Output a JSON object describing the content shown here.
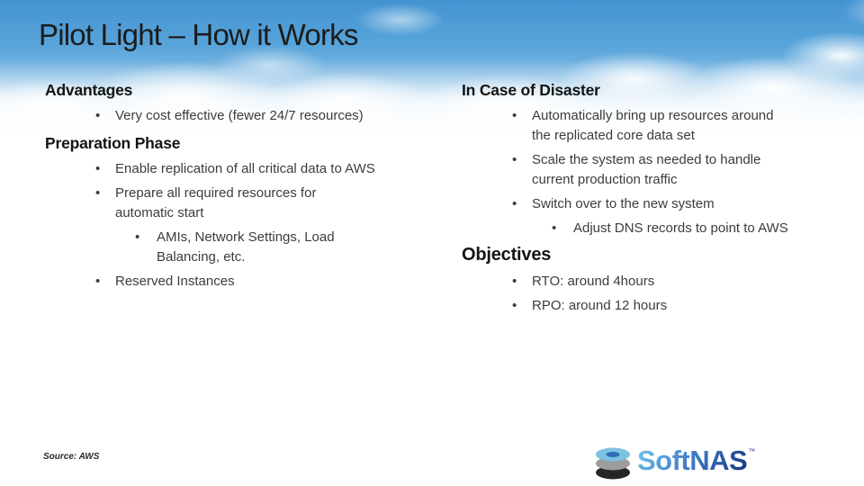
{
  "slide": {
    "title": "Pilot Light – How it Works",
    "source_note": "Source: AWS",
    "background": {
      "sky_top_color": "#4493d1",
      "sky_mid_color": "#85bce4",
      "cloud_color": "#ffffff",
      "body_color": "#ffffff"
    }
  },
  "columns": {
    "left": {
      "items": [
        {
          "type": "heading",
          "text": "Advantages"
        },
        {
          "type": "bullet",
          "text": "Very cost effective (fewer 24/7 resources)"
        },
        {
          "type": "heading",
          "text": "Preparation Phase"
        },
        {
          "type": "bullet",
          "text": "Enable replication of all critical data to AWS"
        },
        {
          "type": "bullet",
          "text": "Prepare all required resources for\nautomatic start"
        },
        {
          "type": "subbullet",
          "text": "AMIs, Network Settings, Load\nBalancing, etc."
        },
        {
          "type": "bullet",
          "text": "Reserved Instances"
        }
      ]
    },
    "right": {
      "items": [
        {
          "type": "heading",
          "text": "In Case of Disaster"
        },
        {
          "type": "bullet",
          "text": "Automatically bring up resources around\nthe replicated core data set"
        },
        {
          "type": "bullet",
          "text": "Scale the system as needed to handle\ncurrent production traffic"
        },
        {
          "type": "bullet",
          "text": "Switch over to the new system"
        },
        {
          "type": "subbullet",
          "text": "Adjust DNS records to point to AWS"
        },
        {
          "type": "heading_large",
          "text": "Objectives"
        },
        {
          "type": "bullet",
          "text": "RTO: around 4hours"
        },
        {
          "type": "bullet",
          "text": "RPO: around 12 hours"
        }
      ]
    }
  },
  "logo": {
    "text": "SoftNAS",
    "trademark": "™",
    "icon": "disk-stack-icon",
    "colors": {
      "disk_top": "#7cc2e2",
      "disk_hole": "#2e6cb4",
      "disk_middle": "#9d9d9d",
      "disk_bottom": "#262626",
      "text_gradient_start": "#72c7ec",
      "text_gradient_end": "#14327a"
    }
  }
}
